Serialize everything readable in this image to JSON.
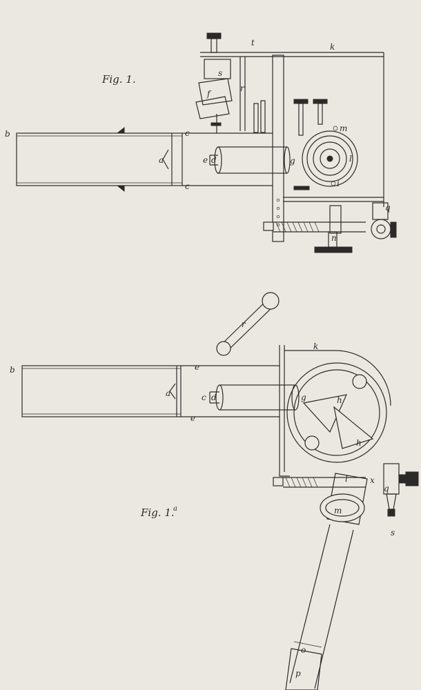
{
  "fig1": {
    "caption": "Fig. 1.",
    "labels": {
      "a": "a",
      "b": "b",
      "c_top": "c",
      "c_bottom": "c",
      "d": "d",
      "e": "e",
      "f": "f",
      "g": "g",
      "i": "i",
      "k": "k",
      "l": "l",
      "m": "m",
      "n": "n",
      "q": "q",
      "r": "r",
      "s": "s",
      "t": "t"
    }
  },
  "fig1a": {
    "caption": "Fig. 1.",
    "caption_sup": "a",
    "labels": {
      "a": "a",
      "b": "b",
      "c": "c",
      "d": "d",
      "e_top": "e",
      "e_bottom": "e",
      "g": "g",
      "h_top": "h",
      "h_bottom": "h",
      "k": "k",
      "l": "l",
      "m": "m",
      "o": "o",
      "p": "p",
      "q": "q",
      "r": "r",
      "s": "s",
      "x": "x"
    }
  }
}
